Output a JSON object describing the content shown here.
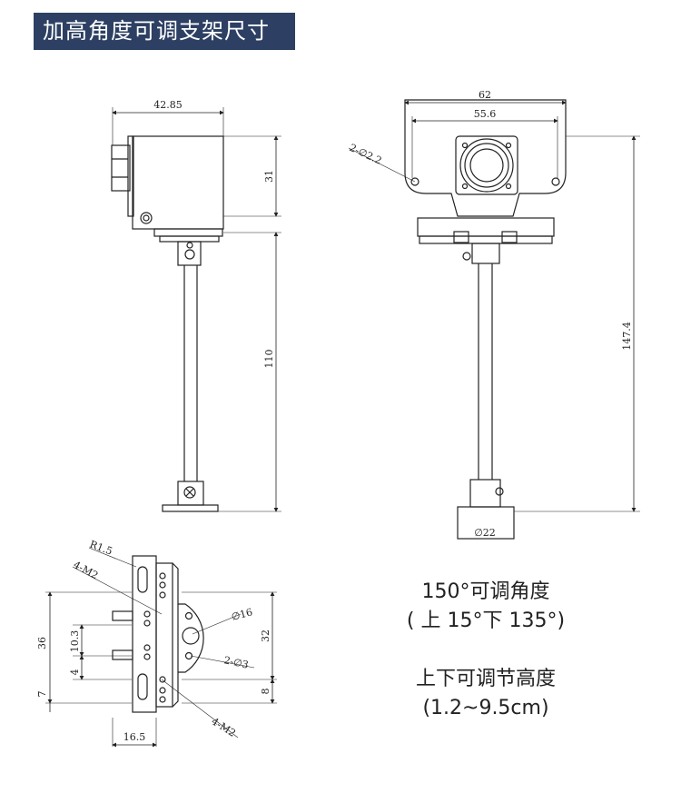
{
  "title": "加高角度可调支架尺寸",
  "dimensions": {
    "side_width": "42.85",
    "side_head_h": "31",
    "side_pole_h": "110",
    "front_width": "62",
    "front_inner": "55.6",
    "front_hole": "2-∅2.2",
    "front_total_h": "147.4",
    "base_dia": "∅22",
    "br_r": "R1.5",
    "br_m2_top": "4-M2",
    "br_m2_bottom": "4-M2",
    "br_36": "36",
    "br_10_3": "10.3",
    "br_4": "4",
    "br_7": "7",
    "br_16_5": "16.5",
    "br_d16": "∅16",
    "br_2_d3": "2-∅3",
    "br_32": "32",
    "br_8": "8"
  },
  "notes": {
    "angle_line1": "150°可调角度",
    "angle_line2": "( 上 15°下 135°)",
    "height_line1": "上下可调节高度",
    "height_line2": "(1.2~9.5cm)"
  }
}
